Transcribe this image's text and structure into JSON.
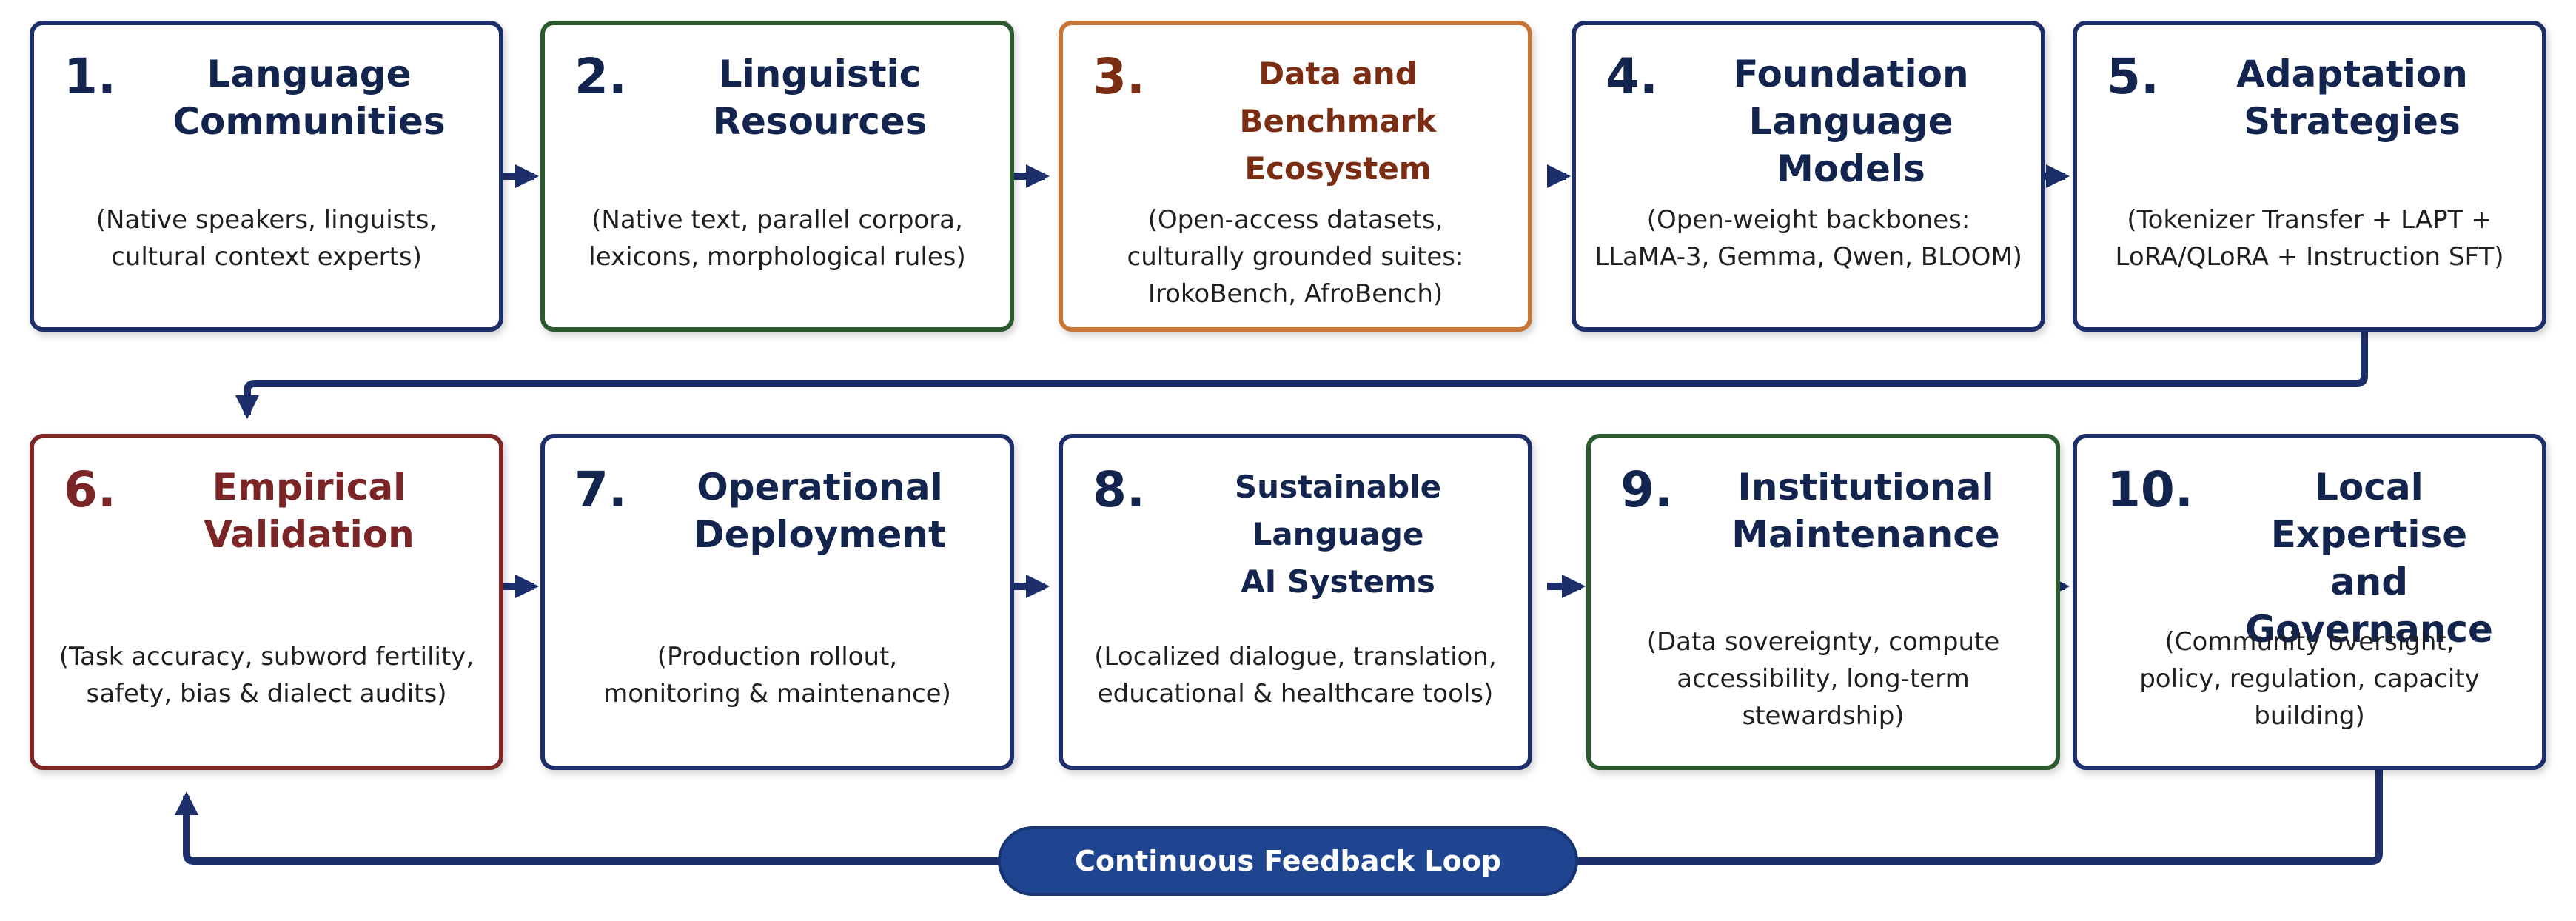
{
  "steps": [
    {
      "num": "1.",
      "title": "Language\nCommunities",
      "desc": "(Native speakers, linguists,\ncultural context experts)"
    },
    {
      "num": "2.",
      "title": "Linguistic\nResources",
      "desc": "(Native text, parallel corpora,\nlexicons, morphological rules)"
    },
    {
      "num": "3.",
      "title": "Data and\nBenchmark Ecosystem",
      "desc": "(Open-access datasets,\nculturally grounded suites:\nIrokoBench, AfroBench)"
    },
    {
      "num": "4.",
      "title": "Foundation\nLanguage Models",
      "desc": "(Open-weight backbones:\nLLaMA-3, Gemma, Qwen, BLOOM)"
    },
    {
      "num": "5.",
      "title": "Adaptation\nStrategies",
      "desc": "(Tokenizer Transfer + LAPT +\nLoRA/QLoRA + Instruction SFT)"
    },
    {
      "num": "6.",
      "title": "Empirical\nValidation",
      "desc": "(Task accuracy, subword fertility,\nsafety, bias & dialect audits)"
    },
    {
      "num": "7.",
      "title": "Operational\nDeployment",
      "desc": "(Production rollout,\nmonitoring & maintenance)"
    },
    {
      "num": "8.",
      "title": "Sustainable Language\nAI Systems",
      "desc": "(Localized dialogue, translation,\neducational & healthcare tools)"
    },
    {
      "num": "9.",
      "title": "Institutional\nMaintenance",
      "desc": "(Data sovereignty, compute\naccessibility, long-term\nstewardship)"
    },
    {
      "num": "10.",
      "title": "Local Expertise\nand Governance",
      "desc": "(Community oversight,\npolicy, regulation, capacity\nbuilding)"
    }
  ],
  "feedback_loop": {
    "label": "Continuous Feedback Loop"
  },
  "colors": {
    "navy": "#1d2f6b",
    "green": "#2c5a2e",
    "orange": "#c87638",
    "maroon": "#7e2526",
    "pill": "#1f4590"
  }
}
